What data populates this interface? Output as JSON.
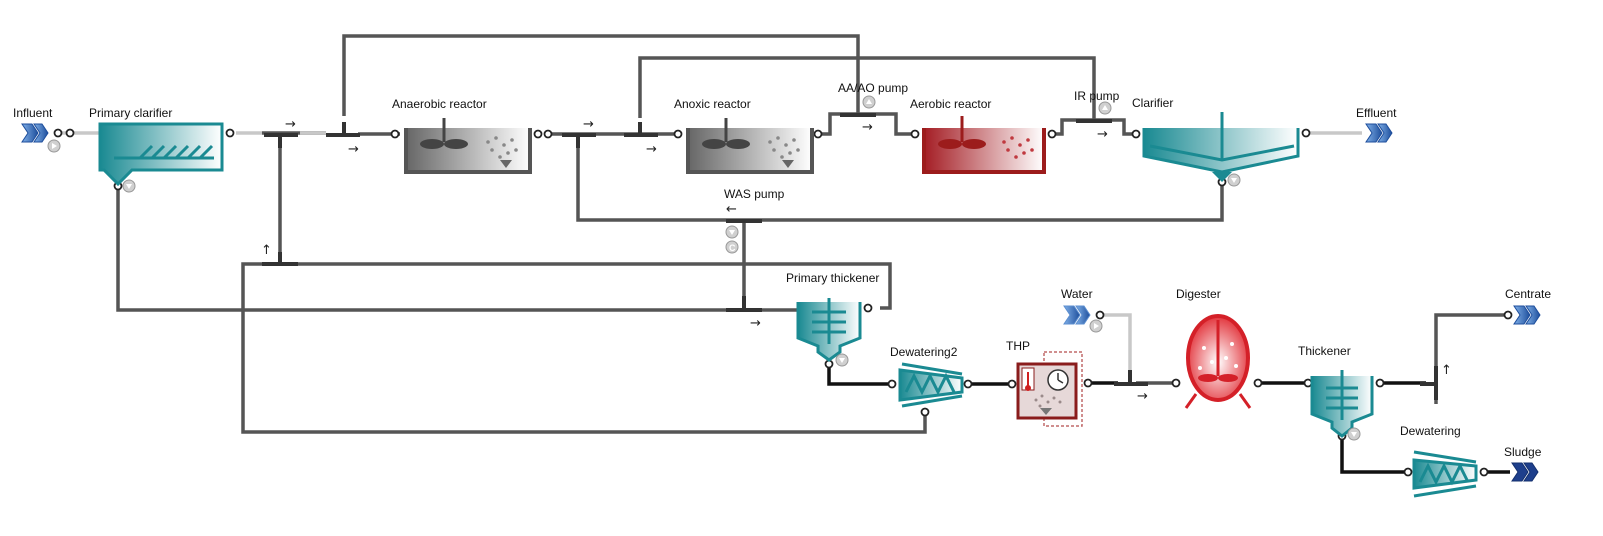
{
  "units": {
    "influent": "Influent",
    "primary_clarifier": "Primary clarifier",
    "anaerobic_reactor": "Anaerobic reactor",
    "anoxic_reactor": "Anoxic reactor",
    "aaao_pump": "AA/AO pump",
    "aerobic_reactor": "Aerobic reactor",
    "ir_pump": "IR pump",
    "clarifier": "Clarifier",
    "effluent": "Effluent",
    "was_pump": "WAS pump",
    "primary_thickener": "Primary thickener",
    "water": "Water",
    "digester": "Digester",
    "centrate": "Centrate",
    "dewatering2": "Dewatering2",
    "thp": "THP",
    "thickener": "Thickener",
    "dewatering": "Dewatering",
    "sludge": "Sludge"
  },
  "arrows": {
    "right": "→",
    "left": "←",
    "up": "↑"
  },
  "badges": {
    "was_pump_badge": "C"
  },
  "colors": {
    "teal": "#1a8a92",
    "gray_reactor": "#555555",
    "red_reactor": "#9c1c1c",
    "stream_blue": "#2b4f9e",
    "pipe": "#555555"
  }
}
